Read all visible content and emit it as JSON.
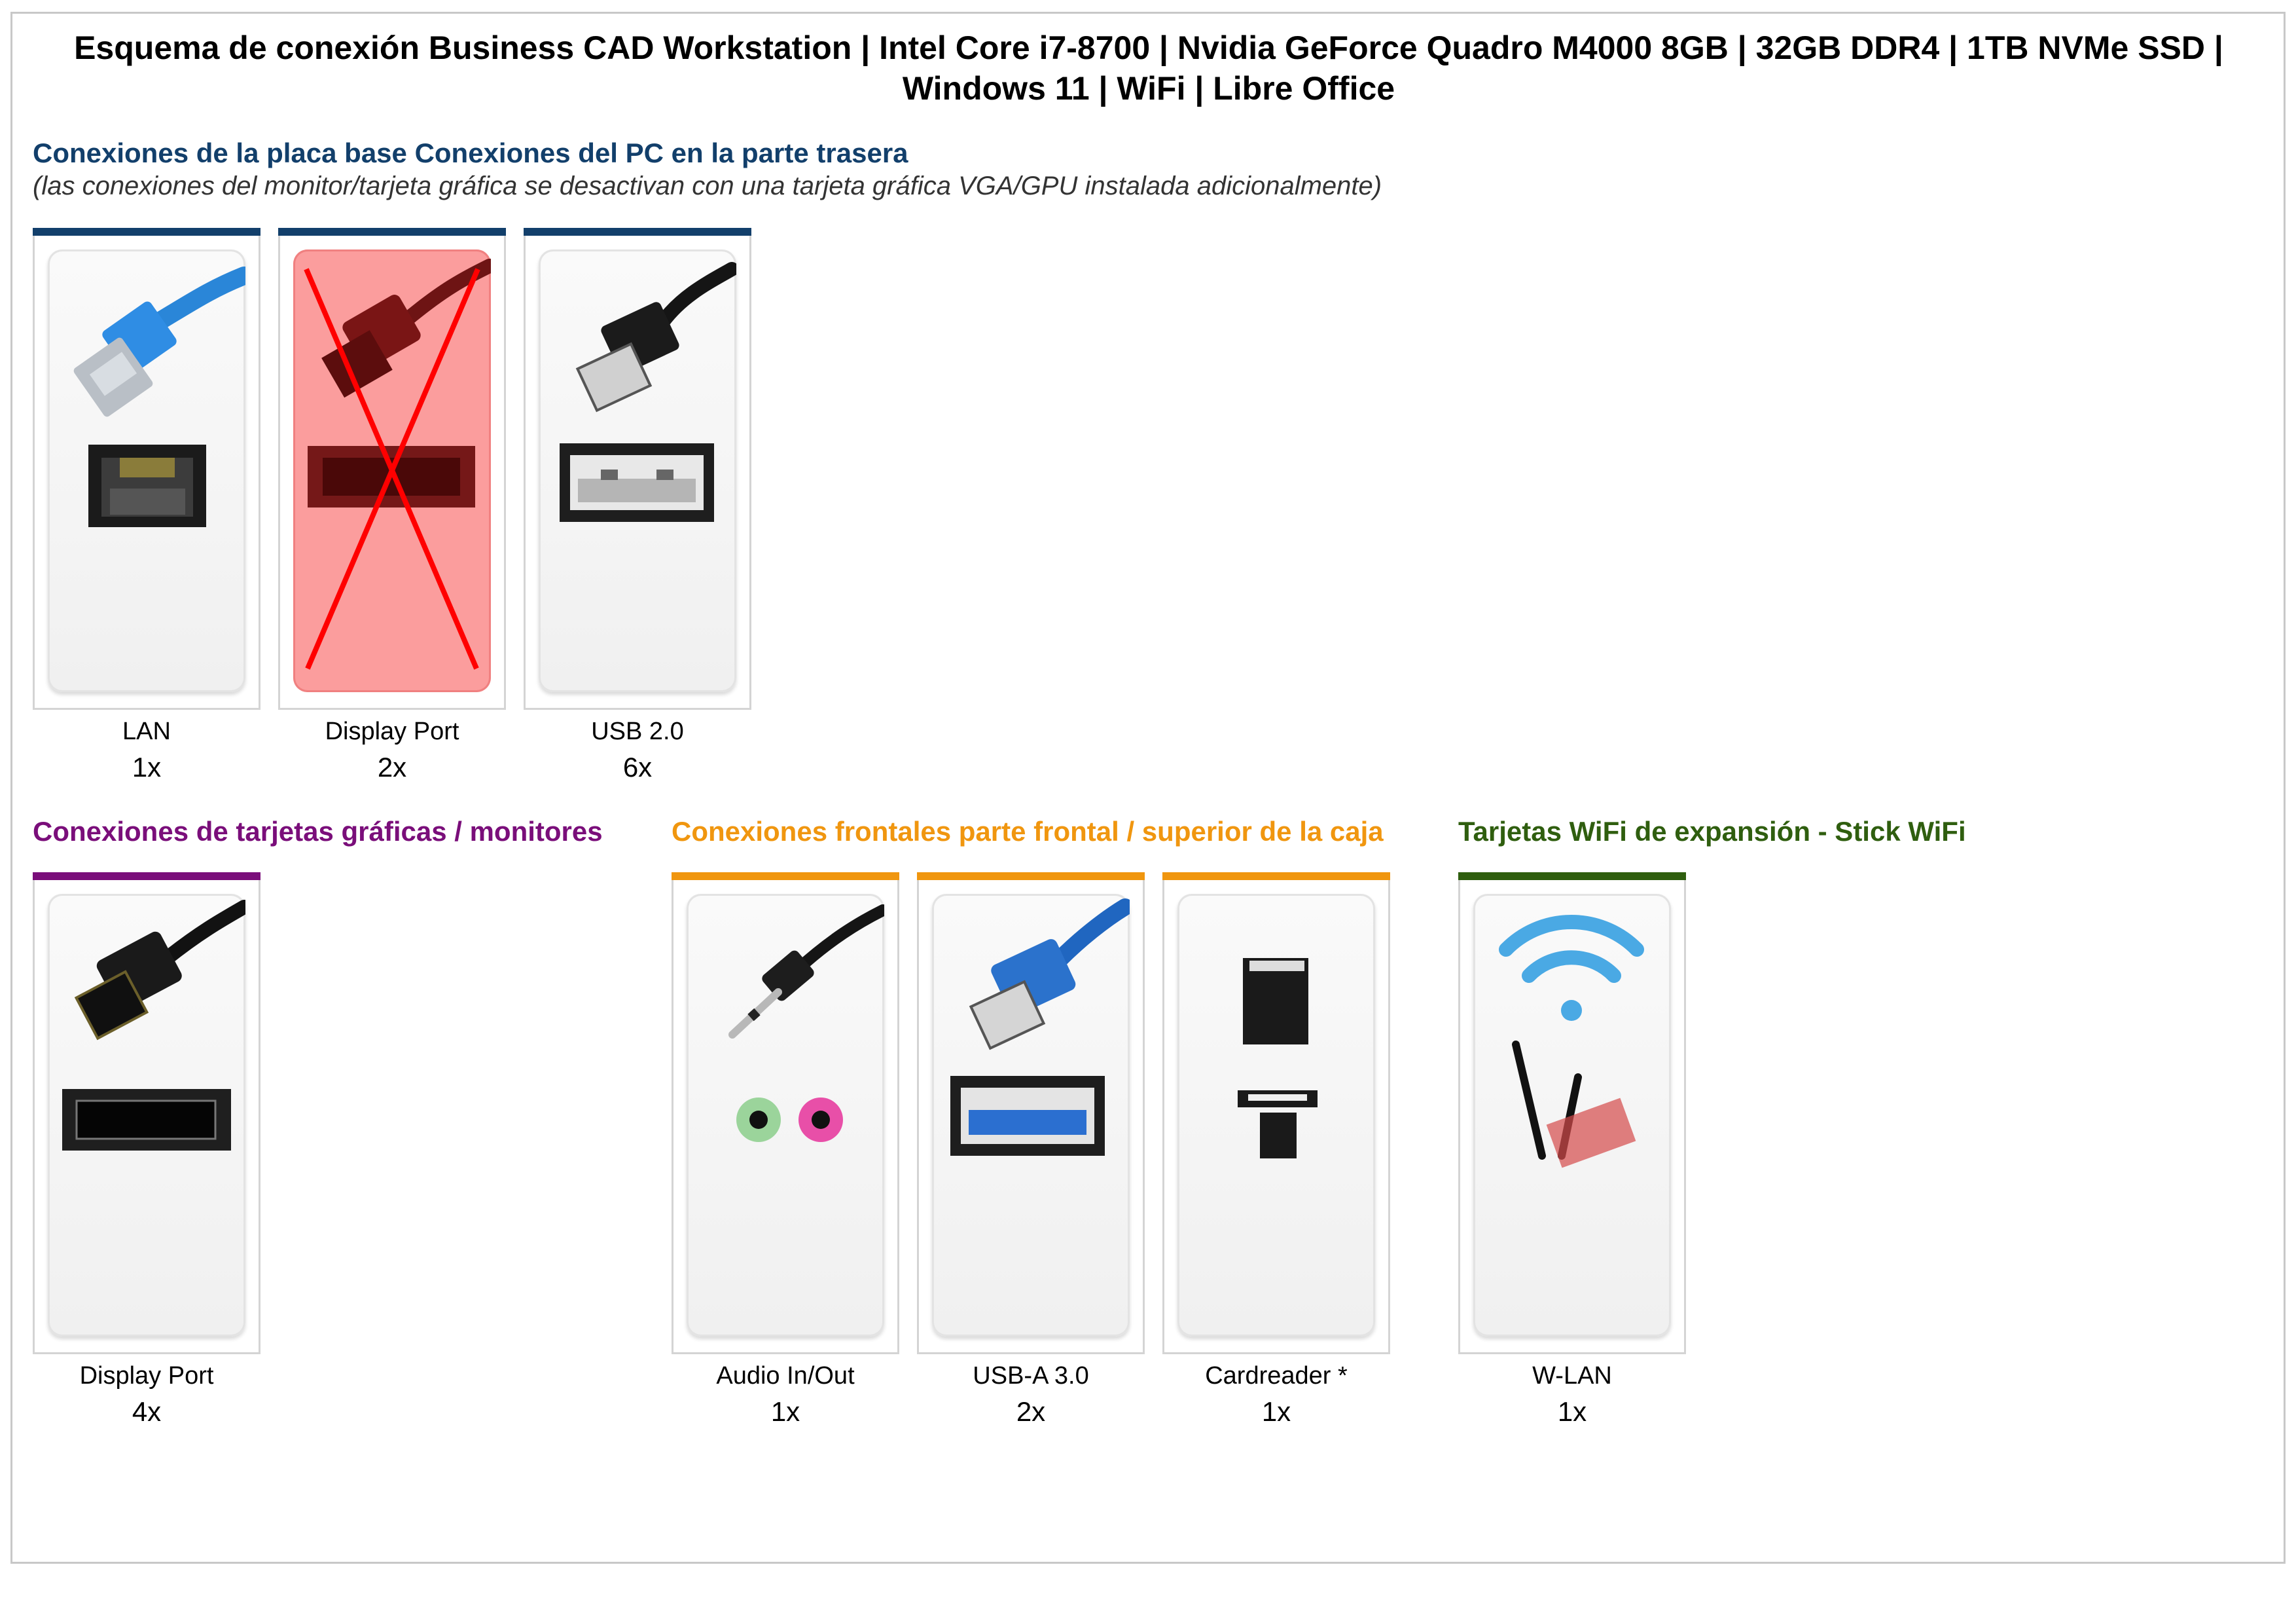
{
  "title": "Esquema de conexión Business CAD Workstation | Intel Core i7-8700 | Nvidia GeForce Quadro M4000 8GB | 32GB DDR4 | 1TB NVMe SSD | Windows 11 | WiFi | Libre Office",
  "sections": {
    "motherboard": {
      "heading": "Conexiones de la placa base Conexiones del PC en la parte trasera",
      "subheading": "(las conexiones del monitor/tarjeta gráfica se desactivan con una tarjeta gráfica VGA/GPU instalada adicionalmente)",
      "color": "#123f6b",
      "items": [
        {
          "label": "LAN",
          "count": "1x",
          "icon": "ethernet-icon",
          "disabled": false
        },
        {
          "label": "Display Port",
          "count": "2x",
          "icon": "displayport-icon",
          "disabled": true
        },
        {
          "label": "USB 2.0",
          "count": "6x",
          "icon": "usb-icon",
          "disabled": false
        }
      ]
    },
    "graphics": {
      "heading": "Conexiones de tarjetas gráficas / monitores",
      "color": "#7a0e7a",
      "items": [
        {
          "label": "Display Port",
          "count": "4x",
          "icon": "displayport-icon"
        }
      ]
    },
    "front": {
      "heading": "Conexiones frontales parte frontal / superior de la caja",
      "color": "#f0960f",
      "items": [
        {
          "label": "Audio In/Out",
          "count": "1x",
          "icon": "audio-jack-icon"
        },
        {
          "label": "USB-A 3.0",
          "count": "2x",
          "icon": "usb3-icon"
        },
        {
          "label": "Cardreader *",
          "count": "1x",
          "icon": "sd-card-icon"
        }
      ]
    },
    "wifi": {
      "heading": "Tarjetas WiFi de expansión - Stick WiFi",
      "color": "#2f5e0f",
      "items": [
        {
          "label": "W-LAN",
          "count": "1x",
          "icon": "wifi-icon"
        }
      ]
    }
  }
}
